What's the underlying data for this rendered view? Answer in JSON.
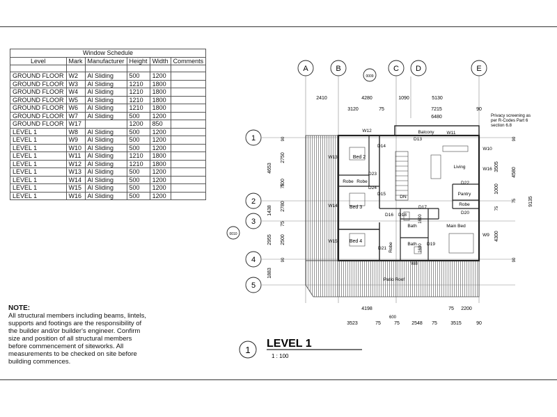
{
  "schedule": {
    "title": "Window Schedule",
    "headers": [
      "Level",
      "Mark",
      "Manufacturer",
      "Height",
      "Width",
      "Comments"
    ],
    "rows": [
      [
        "GROUND FLOOR",
        "W2",
        "Al Sliding",
        "500",
        "1200",
        ""
      ],
      [
        "GROUND FLOOR",
        "W3",
        "Al Sliding",
        "1210",
        "1800",
        ""
      ],
      [
        "GROUND FLOOR",
        "W4",
        "Al Sliding",
        "1210",
        "1800",
        ""
      ],
      [
        "GROUND FLOOR",
        "W5",
        "Al Sliding",
        "1210",
        "1800",
        ""
      ],
      [
        "GROUND FLOOR",
        "W6",
        "Al Sliding",
        "1210",
        "1800",
        ""
      ],
      [
        "GROUND FLOOR",
        "W7",
        "Al Sliding",
        "500",
        "1200",
        ""
      ],
      [
        "GROUND FLOOR",
        "W17",
        "",
        "1200",
        "850",
        ""
      ],
      [
        "LEVEL 1",
        "W8",
        "Al Sliding",
        "500",
        "1200",
        ""
      ],
      [
        "LEVEL 1",
        "W9",
        "Al Sliding",
        "500",
        "1200",
        ""
      ],
      [
        "LEVEL 1",
        "W10",
        "Al Sliding",
        "500",
        "1200",
        ""
      ],
      [
        "LEVEL 1",
        "W11",
        "Al Sliding",
        "1210",
        "1800",
        ""
      ],
      [
        "LEVEL 1",
        "W12",
        "Al Sliding",
        "1210",
        "1800",
        ""
      ],
      [
        "LEVEL 1",
        "W13",
        "Al Sliding",
        "500",
        "1200",
        ""
      ],
      [
        "LEVEL 1",
        "W14",
        "Al Sliding",
        "500",
        "1200",
        ""
      ],
      [
        "LEVEL 1",
        "W15",
        "Al Sliding",
        "500",
        "1200",
        ""
      ],
      [
        "LEVEL 1",
        "W16",
        "Al Sliding",
        "500",
        "1200",
        ""
      ]
    ]
  },
  "note": {
    "title": "NOTE:",
    "text": "All structural members including beams, lintels, supports and footings are the responsibility of the builder and/or builder's engineer. Confirm size and position of all structural members before commencement of siteworks. All measurements to be checked on site before building commences."
  },
  "plan": {
    "grid_letters": [
      "A",
      "B",
      "C",
      "D",
      "E"
    ],
    "grid_numbers": [
      "1",
      "2",
      "3",
      "4",
      "5"
    ],
    "section_tags": [
      "0009",
      "0010"
    ],
    "top_dims": [
      "2410",
      "4280",
      "1090",
      "5130"
    ],
    "top_dims_2": [
      "3120",
      "75",
      "7215",
      "90"
    ],
    "top_dims_3": [
      "6480"
    ],
    "left_dims": [
      "4653",
      "1438",
      "2955",
      "1883"
    ],
    "left_dims_2": [
      "2750",
      "700",
      "2780",
      "75",
      "2500"
    ],
    "left_dims_small": [
      "90",
      "75",
      "90"
    ],
    "right_dims": [
      "3505",
      "1000",
      "4300",
      "4580",
      "9135"
    ],
    "right_dims_small": [
      "90",
      "75",
      "75",
      "90"
    ],
    "bottom_dims": [
      "4198",
      "600",
      "75",
      "2200"
    ],
    "bottom_dims_2": [
      "3523",
      "75",
      "75",
      "2548",
      "75",
      "3515",
      "90"
    ],
    "inner_dims": [
      "1600",
      "1600"
    ],
    "privacy_note": "Privacy screening as per R-Codes Part 6 section 6.8",
    "rooms": [
      "Balcony",
      "Bed 2",
      "Living",
      "Robe",
      "Robe",
      "Pantry",
      "Robe",
      "Bed 3",
      "Bath",
      "Main Bed",
      "Bed 4",
      "Robe",
      "Bath",
      "DN",
      "Patio Roof"
    ],
    "windows": [
      "W12",
      "W11",
      "W10",
      "W16",
      "W13",
      "W14",
      "W15",
      "W9",
      "W8"
    ],
    "doors": [
      "D13",
      "D14",
      "D23",
      "D24",
      "D15",
      "D22",
      "D17",
      "D20",
      "D16",
      "D18",
      "D21",
      "D19"
    ],
    "title": "LEVEL 1",
    "title_number": "1",
    "scale": "1 : 100"
  }
}
